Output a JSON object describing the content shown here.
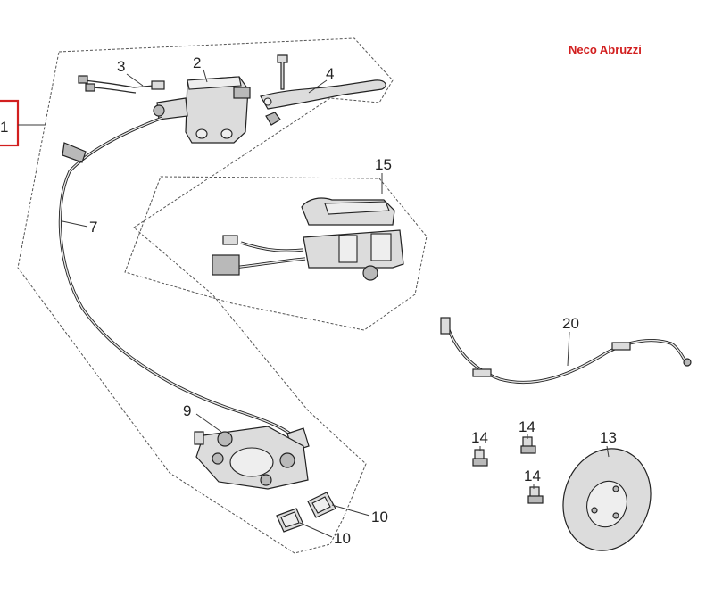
{
  "watermark": "Neco Abruzzi",
  "callouts": {
    "item_1": "1",
    "item_2": "2",
    "item_3": "3",
    "item_4": "4",
    "item_7": "7",
    "item_9": "9",
    "item_10a": "10",
    "item_10b": "10",
    "item_13": "13",
    "item_14a": "14",
    "item_14b": "14",
    "item_14c": "14",
    "item_15": "15",
    "item_20": "20"
  },
  "colors": {
    "watermark": "#d21f1f",
    "selection_box": "#d21f1f",
    "line": "#222222"
  }
}
